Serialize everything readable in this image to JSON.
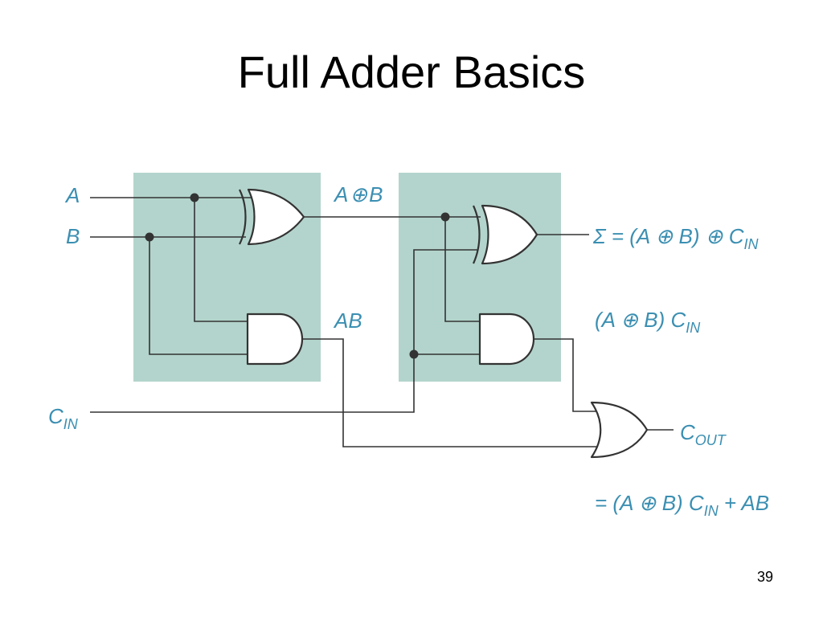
{
  "slide": {
    "title": "Full Adder Basics",
    "page_number": "39"
  },
  "colors": {
    "label": "#3b8fb2",
    "wire": "#333333",
    "block_fill": "#b3d4cc"
  },
  "inputs": {
    "a": {
      "text": "A"
    },
    "b": {
      "text": "B"
    },
    "cin": {
      "main": "C",
      "sub": "IN"
    }
  },
  "signals": {
    "a_xor_b": {
      "left": "A",
      "op": "⊕",
      "right": "B"
    },
    "ab": {
      "text": "AB"
    },
    "sum": {
      "sigma": "Σ",
      "eq": " = (A ",
      "op1": "⊕",
      "mid": " B) ",
      "op2": "⊕",
      "c": " C",
      "sub": "IN"
    },
    "partial_carry": {
      "pre": "(A ",
      "op": "⊕",
      "mid": " B) C",
      "sub": "IN"
    },
    "cout": {
      "main": "C",
      "sub": "OUT"
    },
    "cout_expr": {
      "pre": "= (A ",
      "op": "⊕",
      "mid": " B) C",
      "sub": "IN",
      "post": " + AB"
    }
  }
}
